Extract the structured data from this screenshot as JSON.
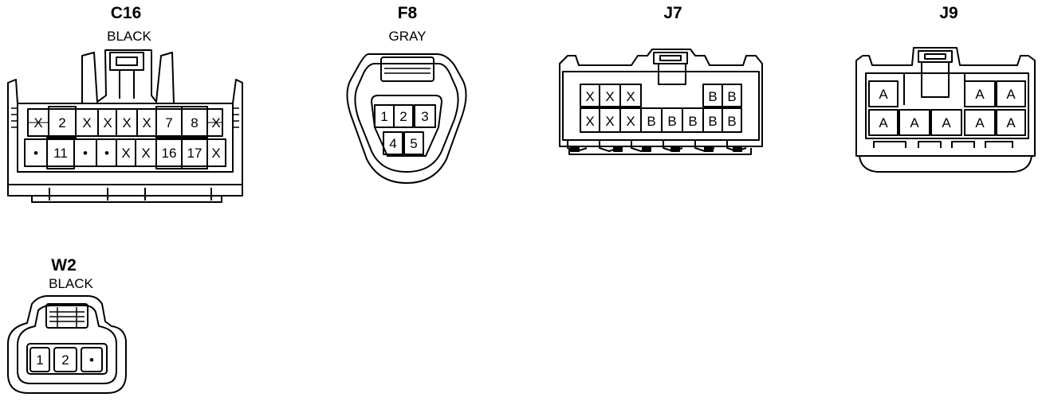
{
  "connectors": {
    "c16": {
      "name": "C16",
      "color": "BLACK",
      "row1": [
        "X",
        "2",
        "X",
        "X",
        "X",
        "X",
        "7",
        "8",
        "X"
      ],
      "row2": [
        "•",
        "11",
        "•",
        "•",
        "X",
        "X",
        "16",
        "17",
        "X"
      ]
    },
    "f8": {
      "name": "F8",
      "color": "GRAY",
      "row1": [
        "1",
        "2",
        "3"
      ],
      "row2": [
        "4",
        "5"
      ]
    },
    "j7": {
      "name": "J7",
      "row1": [
        "X",
        "X",
        "X",
        "B",
        "B"
      ],
      "row2": [
        "X",
        "X",
        "X",
        "B",
        "B",
        "B",
        "B",
        "B"
      ]
    },
    "j9": {
      "name": "J9",
      "row1": [
        "A",
        "A",
        "A"
      ],
      "row2": [
        "A",
        "A",
        "A",
        "A",
        "A"
      ]
    },
    "w2": {
      "name": "W2",
      "color": "BLACK",
      "row1": [
        "1",
        "2",
        "•"
      ]
    }
  }
}
